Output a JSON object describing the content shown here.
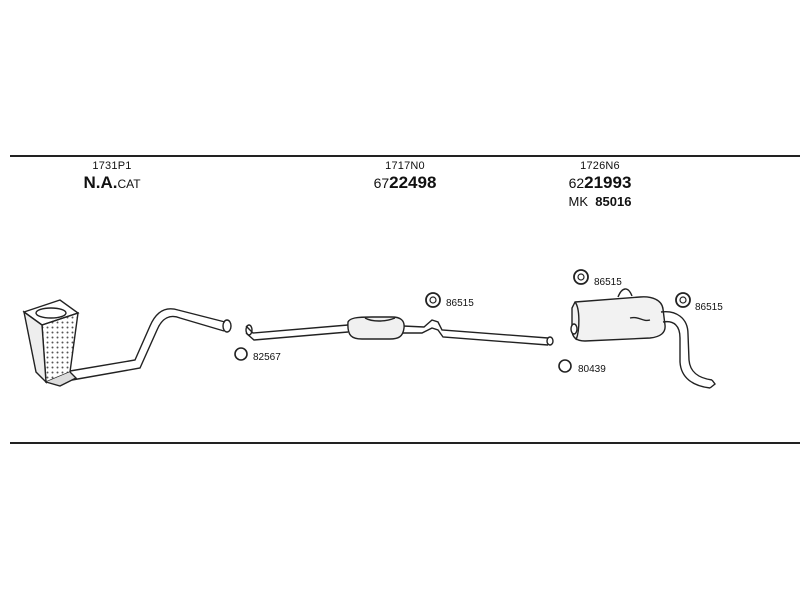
{
  "parts": [
    {
      "code": "1731P1",
      "title_bold": "N.A.",
      "title_suffix": "CAT"
    },
    {
      "code": "1717N0",
      "number_prefix": "67",
      "number_main": "22498"
    },
    {
      "code": "1726N6",
      "number_prefix": "62",
      "number_main": "21993",
      "mk_prefix": "MK",
      "mk_number": "85016"
    }
  ],
  "callouts": {
    "clamp_front": "82567",
    "hanger_mid": "86515",
    "hanger_rear_top": "86515",
    "hanger_rear_right": "86515",
    "clamp_rear": "80439"
  },
  "colors": {
    "line": "#222222",
    "hatch": "#555555"
  }
}
